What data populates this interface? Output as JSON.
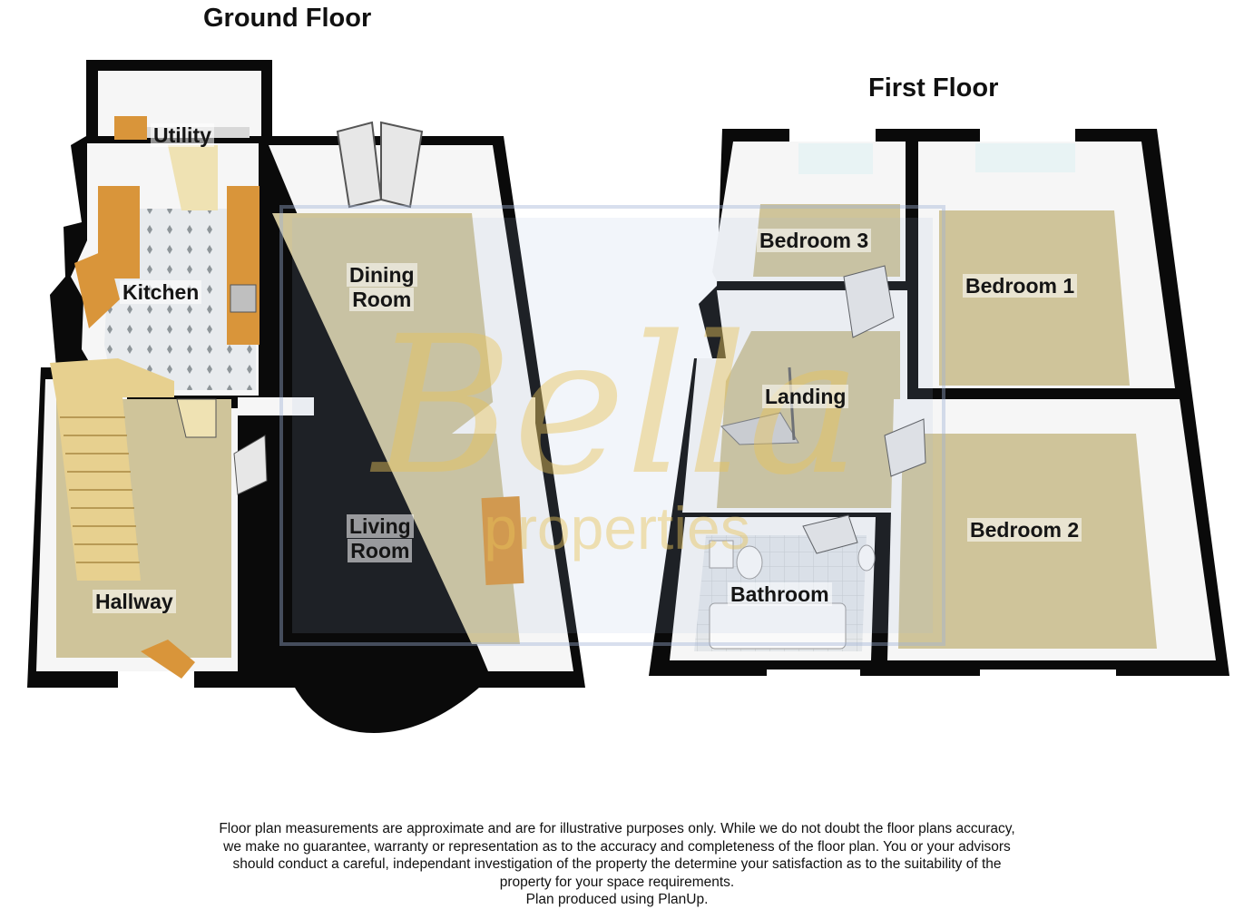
{
  "floors": {
    "ground": {
      "title": "Ground Floor",
      "rooms": {
        "utility": "Utility",
        "kitchen": "Kitchen",
        "dining_line1": "Dining",
        "dining_line2": "Room",
        "living_line1": "Living",
        "living_line2": "Room",
        "hallway": "Hallway"
      }
    },
    "first": {
      "title": "First Floor",
      "rooms": {
        "bedroom3": "Bedroom 3",
        "bedroom1": "Bedroom 1",
        "landing": "Landing",
        "bedroom2": "Bedroom 2",
        "bathroom": "Bathroom"
      }
    }
  },
  "watermark": {
    "brand": "Bella",
    "sub": "properties"
  },
  "disclaimer": {
    "line1": "Floor plan measurements are approximate and are for illustrative purposes only. While we do not doubt the floor plans accuracy,",
    "line2": "we make no guarantee, warranty or representation as to the accuracy and completeness of the floor plan. You or your advisors",
    "line3": "should conduct a careful, independant investigation of the property the determine your satisfaction as to the suitability of the",
    "line4": "property for your space requirements.",
    "line5": "Plan produced using PlanUp."
  },
  "colors": {
    "wall": "#0a0a0a",
    "floor": "#cfc49a",
    "wall_face": "#f6f6f6",
    "tile": "#e6e9ec",
    "wood": "#d9953a",
    "watermark_gold": "#e9c45a",
    "watermark_blue": "#9fb1d6"
  }
}
